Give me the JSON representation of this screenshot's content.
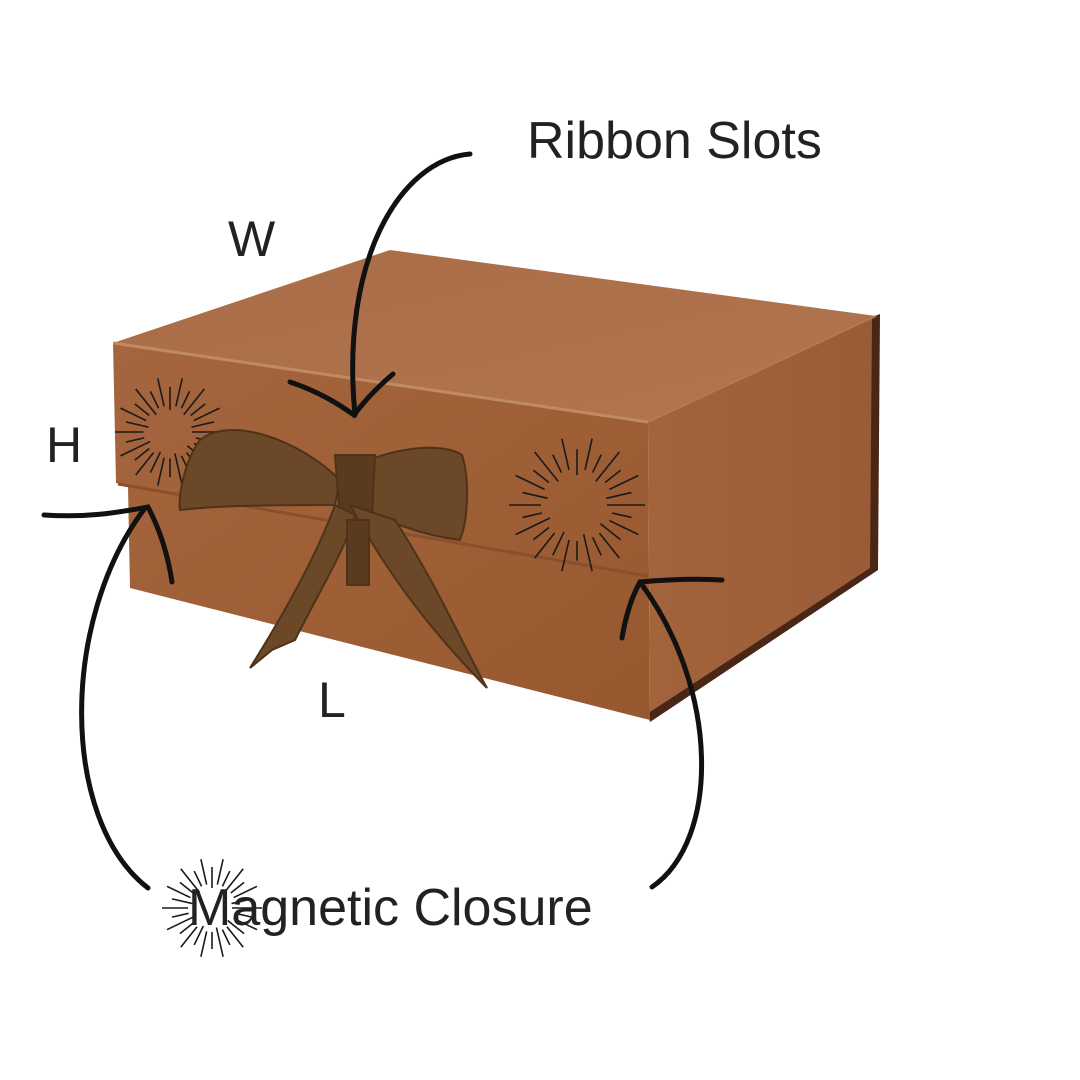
{
  "labels": {
    "ribbon_slots": "Ribbon Slots",
    "magnetic_closure": "Magnetic Closure",
    "width": "W",
    "height": "H",
    "length": "L"
  },
  "colors": {
    "box_front": "#a0603a",
    "box_top": "#a66a44",
    "box_side": "#9a5c36",
    "box_edge": "#4a2616",
    "ribbon": "#6b4828",
    "ink": "#111111"
  }
}
